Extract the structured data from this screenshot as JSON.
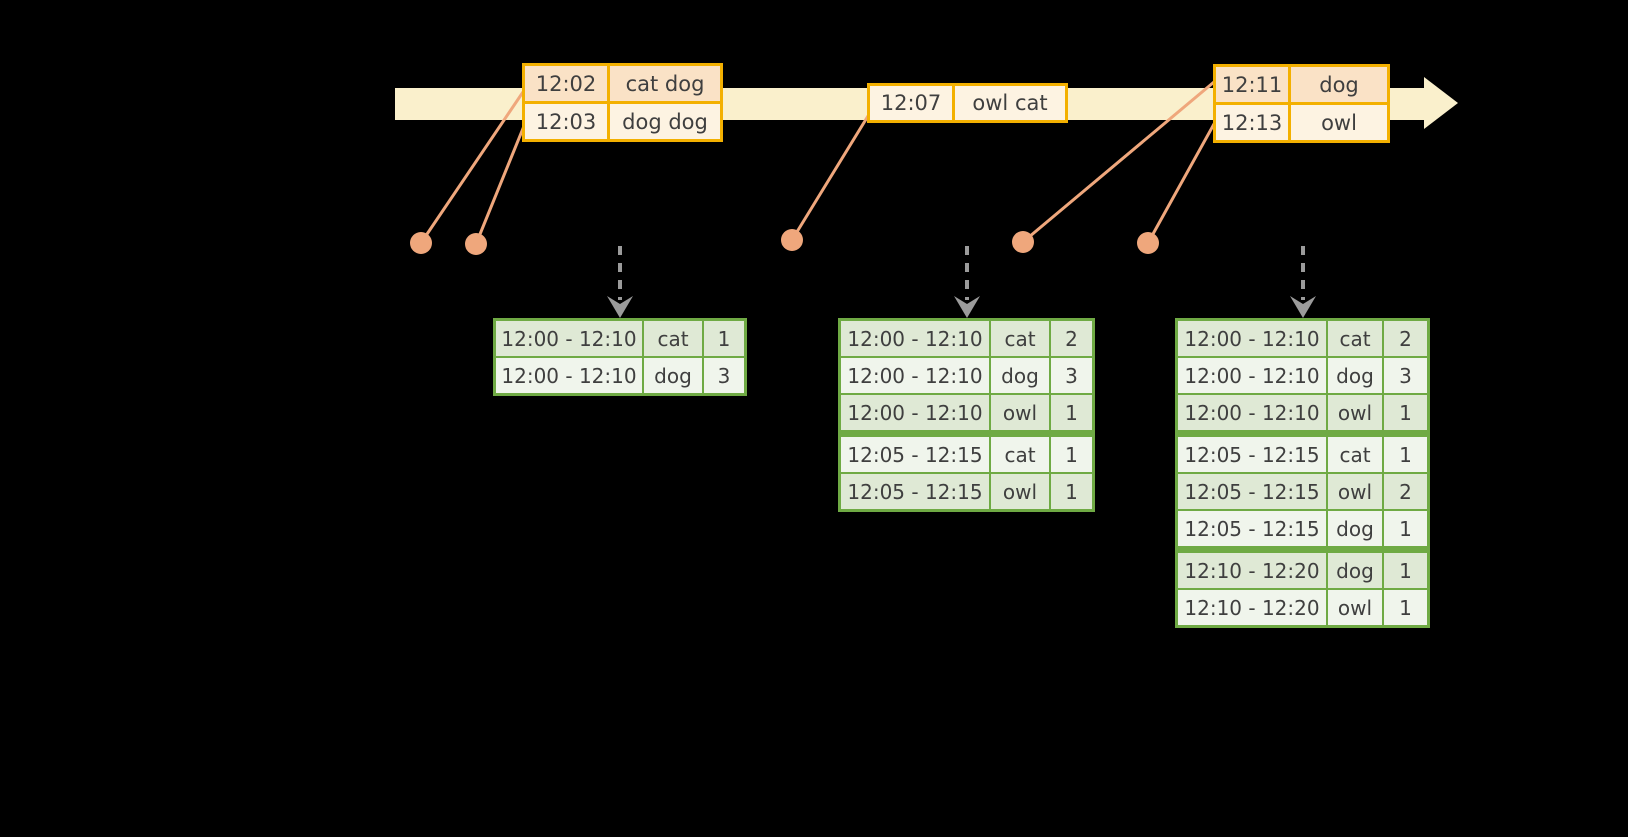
{
  "colors": {
    "background": "#000000",
    "gold": "#f3b000",
    "cream-band": "#faf0cc",
    "peach-row": "#fae2c6",
    "cream-row": "#fdf3e2",
    "salmon": "#efa77c",
    "green": "#6faa44",
    "green-row-dark": "#dfe9d5",
    "green-row-light": "#f0f5ec",
    "gray": "#9b9b9b",
    "text": "#3f3f3f"
  },
  "timeline": {
    "event_tables": [
      {
        "rows": [
          {
            "time": "12:02",
            "words": "cat dog",
            "shade": "peach"
          },
          {
            "time": "12:03",
            "words": "dog dog",
            "shade": "cream"
          }
        ]
      },
      {
        "rows": [
          {
            "time": "12:07",
            "words": "owl cat",
            "shade": "cream"
          }
        ]
      },
      {
        "rows": [
          {
            "time": "12:11",
            "words": "dog",
            "shade": "peach"
          },
          {
            "time": "12:13",
            "words": "owl",
            "shade": "cream"
          }
        ]
      }
    ]
  },
  "result_tables": [
    {
      "group_breaks": [],
      "rows": [
        {
          "window": "12:00 - 12:10",
          "word": "cat",
          "count": "1"
        },
        {
          "window": "12:00 - 12:10",
          "word": "dog",
          "count": "3"
        }
      ]
    },
    {
      "group_breaks": [
        3
      ],
      "rows": [
        {
          "window": "12:00 - 12:10",
          "word": "cat",
          "count": "2"
        },
        {
          "window": "12:00 - 12:10",
          "word": "dog",
          "count": "3"
        },
        {
          "window": "12:00 - 12:10",
          "word": "owl",
          "count": "1"
        },
        {
          "window": "12:05 - 12:15",
          "word": "cat",
          "count": "1"
        },
        {
          "window": "12:05 - 12:15",
          "word": "owl",
          "count": "1"
        }
      ]
    },
    {
      "group_breaks": [
        3,
        6
      ],
      "rows": [
        {
          "window": "12:00 - 12:10",
          "word": "cat",
          "count": "2"
        },
        {
          "window": "12:00 - 12:10",
          "word": "dog",
          "count": "3"
        },
        {
          "window": "12:00 - 12:10",
          "word": "owl",
          "count": "1"
        },
        {
          "window": "12:05 - 12:15",
          "word": "cat",
          "count": "1"
        },
        {
          "window": "12:05 - 12:15",
          "word": "owl",
          "count": "2"
        },
        {
          "window": "12:05 - 12:15",
          "word": "dog",
          "count": "1"
        },
        {
          "window": "12:10 - 12:20",
          "word": "dog",
          "count": "1"
        },
        {
          "window": "12:10 - 12:20",
          "word": "owl",
          "count": "1"
        }
      ]
    }
  ]
}
